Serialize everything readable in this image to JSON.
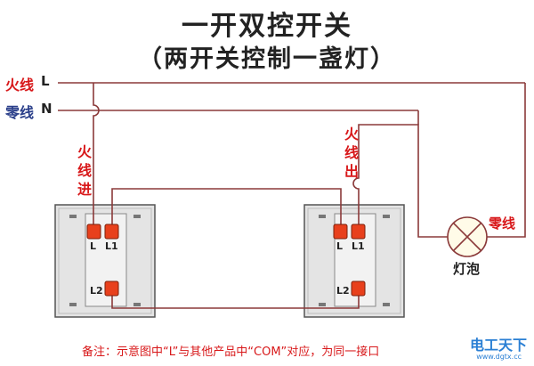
{
  "title": {
    "line1": "一开双控开关",
    "line2": "（两开关控制一盏灯）"
  },
  "lines": {
    "fire": {
      "label": "火线",
      "code": "L"
    },
    "neutral": {
      "label": "零线",
      "code": "N"
    }
  },
  "labels": {
    "fire_in": "火线进",
    "fire_out": "火线出",
    "lamp_neutral": "零线",
    "lamp": "灯泡"
  },
  "switch_left": {
    "terminals": [
      "L",
      "L1",
      "L2"
    ]
  },
  "switch_right": {
    "terminals": [
      "L",
      "L1",
      "L2"
    ]
  },
  "note": "备注：示意图中“L”与其他产品中“COM”对应，为同一接口",
  "watermark": {
    "text": "电工天下",
    "sub": "www.dgtx.cc"
  },
  "colors": {
    "wire": "#8b3a3a",
    "label_red": "#d8181a",
    "label_blue": "#2a3f8a",
    "terminal": "#e8401c"
  }
}
